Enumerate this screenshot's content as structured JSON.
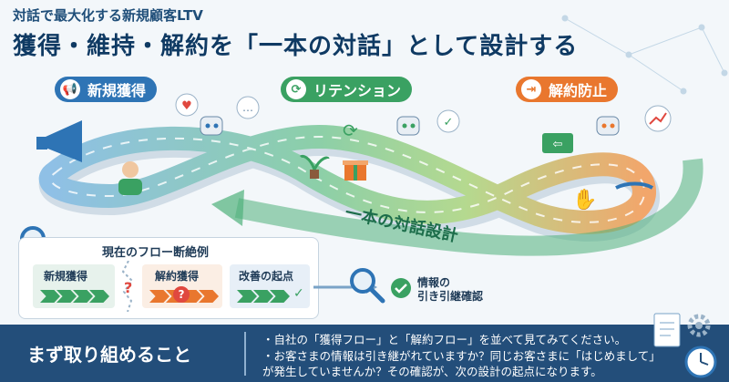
{
  "header": {
    "subtitle": "対話で最大化する新規顧客LTV",
    "title": "獲得・維持・解約を「一本の対話」として設計する"
  },
  "phases": [
    {
      "label": "新規獲得",
      "icon": "megaphone-icon",
      "color": "#2e74b5"
    },
    {
      "label": "リテンション",
      "icon": "refresh-icon",
      "color": "#3aa162"
    },
    {
      "label": "解約防止",
      "icon": "exit-door-icon",
      "color": "#e9772e"
    }
  ],
  "flow": {
    "label": "一本の対話設計"
  },
  "panel": {
    "title": "現在のフロー断絶例",
    "columns": [
      {
        "label": "新規獲得",
        "marker": ""
      },
      {
        "label": "解約獲得",
        "marker": "?"
      },
      {
        "label": "改善の起点",
        "marker": ""
      }
    ],
    "gap_marker": "?"
  },
  "info": {
    "line1": "情報の",
    "line2": "引き引継確認"
  },
  "footer": {
    "title": "まず取り組めること",
    "bullets": [
      "・自社の「獲得フロー」と「解約フロー」を並べて見てみてください。",
      "・お客さまの情報は引き継がれていますか？同じお客さまに「はじめまして」",
      "が発生していませんか？その確認が、次の設計の起点になります。"
    ]
  },
  "colors": {
    "blue": "#2e74b5",
    "green": "#3aa162",
    "orange": "#e9772e",
    "navy": "#234e7a"
  }
}
